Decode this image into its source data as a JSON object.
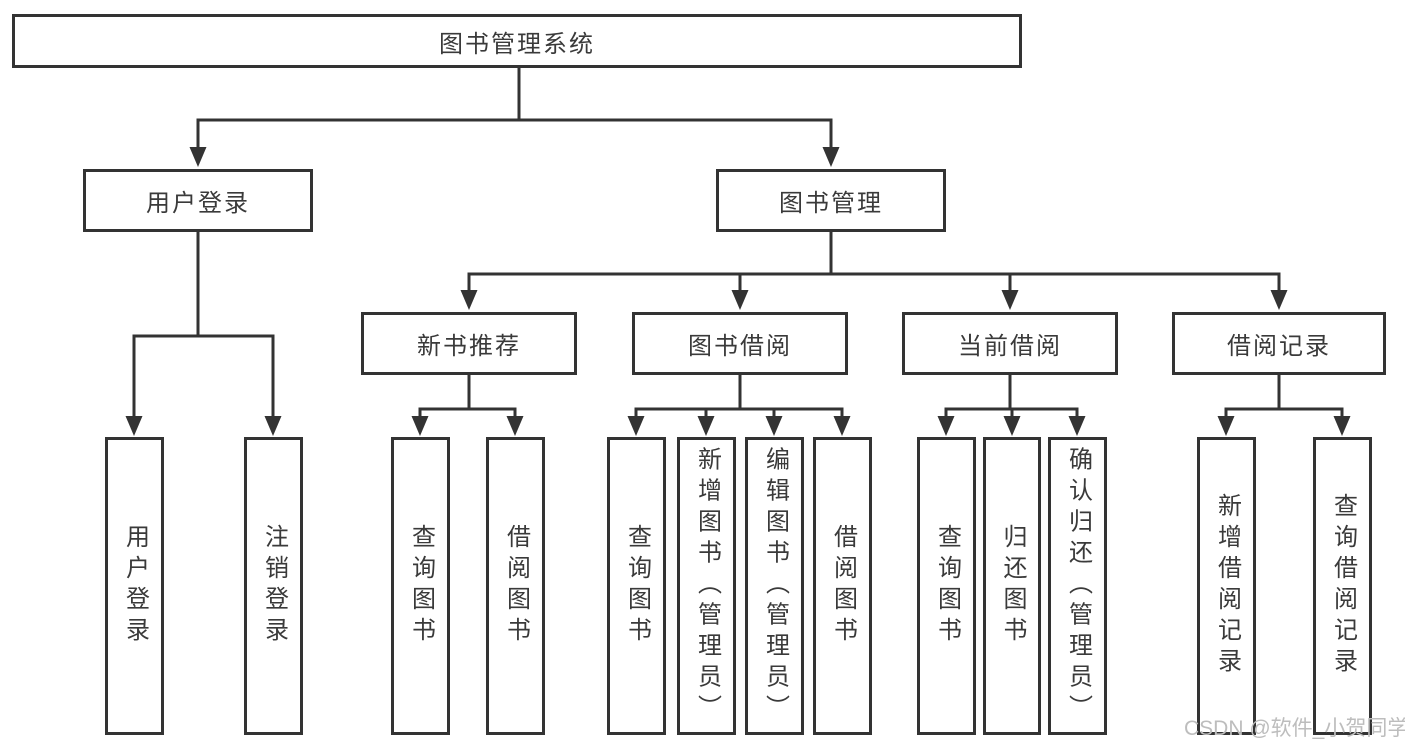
{
  "nodes": {
    "root": "图书管理系统",
    "user_login": "用户登录",
    "book_mgmt": "图书管理",
    "new_book_rec": "新书推荐",
    "book_borrow": "图书借阅",
    "current_borrow": "当前借阅",
    "borrow_records": "借阅记录",
    "leaf_user_login": "用户登录",
    "leaf_logout": "注销登录",
    "leaf_nbr_query": "查询图书",
    "leaf_nbr_borrow": "借阅图书",
    "leaf_bb_query": "查询图书",
    "leaf_bb_add": "新增图书（管理员）",
    "leaf_bb_edit": "编辑图书（管理员）",
    "leaf_bb_borrow": "借阅图书",
    "leaf_cb_query": "查询图书",
    "leaf_cb_return": "归还图书",
    "leaf_cb_confirm": "确认归还（管理员）",
    "leaf_br_add": "新增借阅记录",
    "leaf_br_query": "查询借阅记录"
  },
  "hierarchy": {
    "图书管理系统": {
      "用户登录": [
        "用户登录",
        "注销登录"
      ],
      "图书管理": {
        "新书推荐": [
          "查询图书",
          "借阅图书"
        ],
        "图书借阅": [
          "查询图书",
          "新增图书（管理员）",
          "编辑图书（管理员）",
          "借阅图书"
        ],
        "当前借阅": [
          "查询图书",
          "归还图书",
          "确认归还（管理员）"
        ],
        "借阅记录": [
          "新增借阅记录",
          "查询借阅记录"
        ]
      }
    }
  },
  "watermark": "CSDN @软件_小贺同学",
  "colors": {
    "line": "#333333",
    "box_border": "#333333",
    "text": "#3a3a3a",
    "background": "#ffffff",
    "watermark": "#bdbdbd"
  }
}
